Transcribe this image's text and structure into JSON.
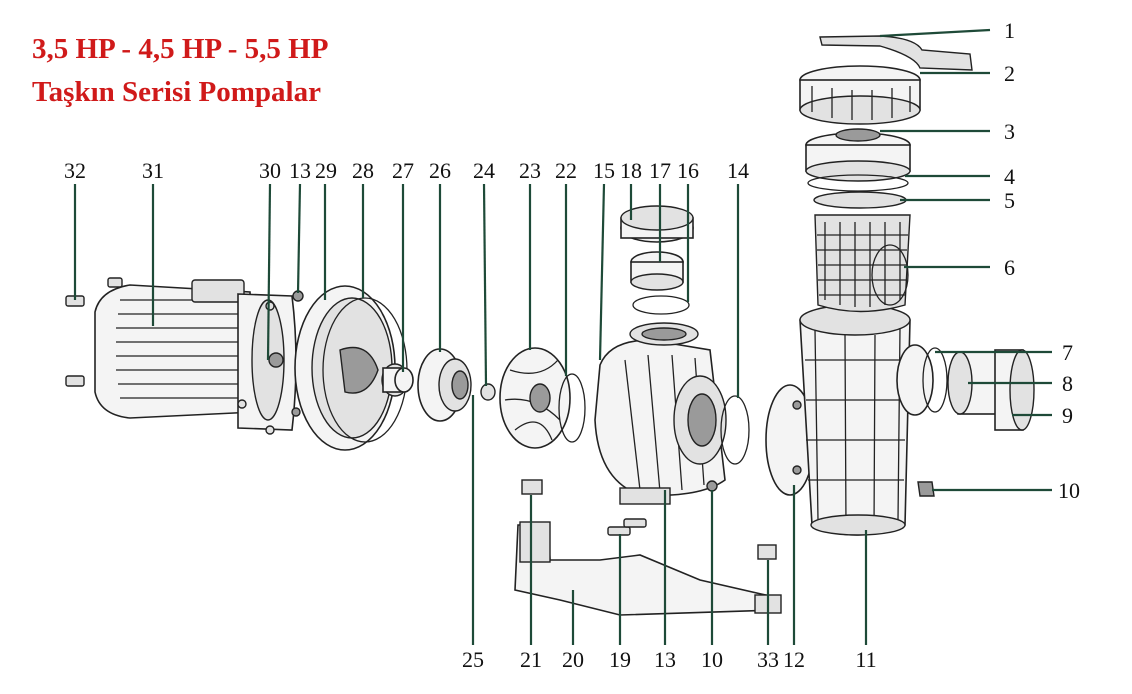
{
  "title": {
    "line1": "3,5 HP - 4,5 HP - 5,5 HP",
    "line2": "Taşkın Serisi Pompalar",
    "color": "#d01a1a"
  },
  "leader_color": "#1e4a38",
  "callouts": {
    "top": [
      "32",
      "31",
      "30",
      "13",
      "29",
      "28",
      "27",
      "26",
      "24",
      "23",
      "22",
      "15",
      "18",
      "17",
      "16",
      "14"
    ],
    "right": [
      "1",
      "2",
      "3",
      "4",
      "5",
      "6",
      "7",
      "8",
      "9",
      "10"
    ],
    "bottom": [
      "25",
      "21",
      "20",
      "19",
      "13",
      "10",
      "33",
      "12",
      "11"
    ]
  }
}
